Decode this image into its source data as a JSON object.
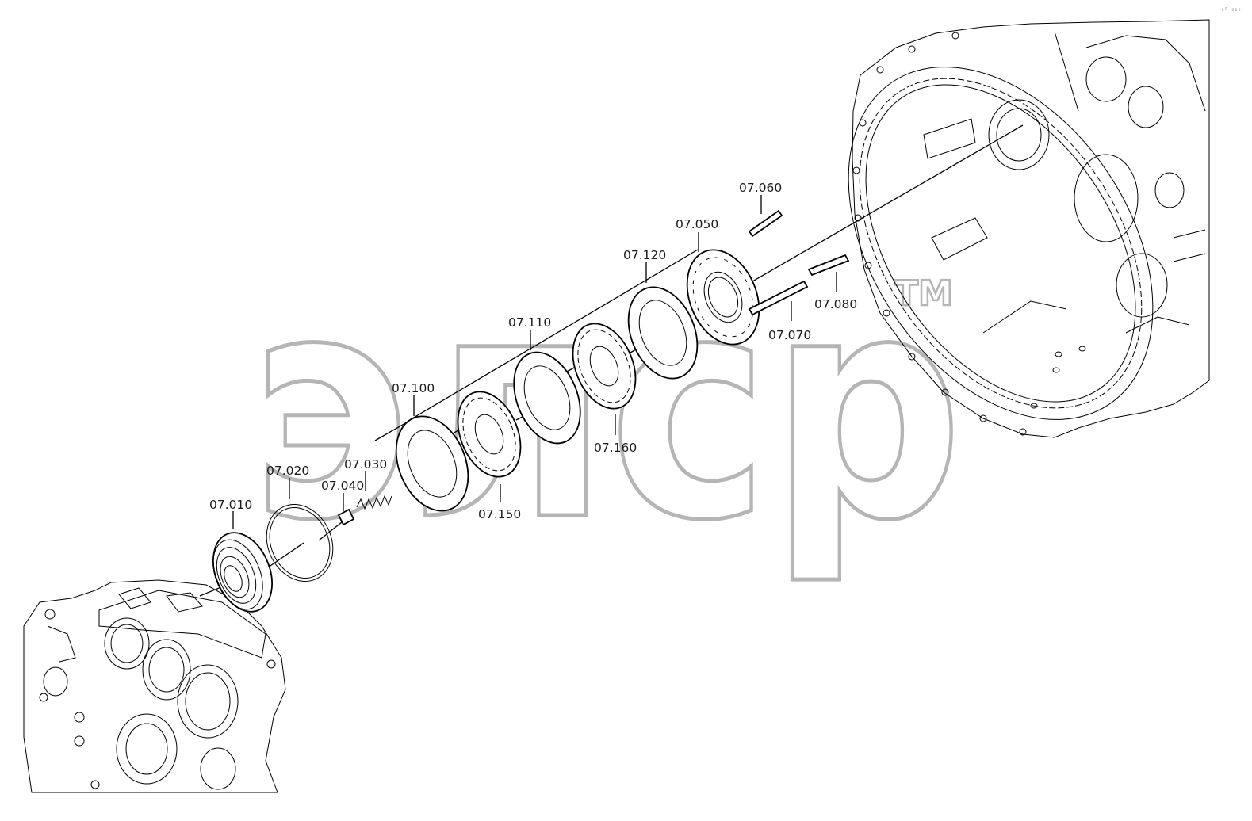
{
  "diagram": {
    "callouts": [
      {
        "id": "07.010",
        "text": "07.010"
      },
      {
        "id": "07.020",
        "text": "07.020"
      },
      {
        "id": "07.030",
        "text": "07.030"
      },
      {
        "id": "07.040",
        "text": "07.040"
      },
      {
        "id": "07.050",
        "text": "07.050"
      },
      {
        "id": "07.060",
        "text": "07.060"
      },
      {
        "id": "07.070",
        "text": "07.070"
      },
      {
        "id": "07.080",
        "text": "07.080"
      },
      {
        "id": "07.100",
        "text": "07.100"
      },
      {
        "id": "07.110",
        "text": "07.110"
      },
      {
        "id": "07.120",
        "text": "07.120"
      },
      {
        "id": "07.150",
        "text": "07.150"
      },
      {
        "id": "07.160",
        "text": "07.160"
      }
    ],
    "watermark": {
      "text": "элср",
      "trademark": "TM"
    },
    "corner_mark": "₀⁰ ₀₀₀"
  }
}
